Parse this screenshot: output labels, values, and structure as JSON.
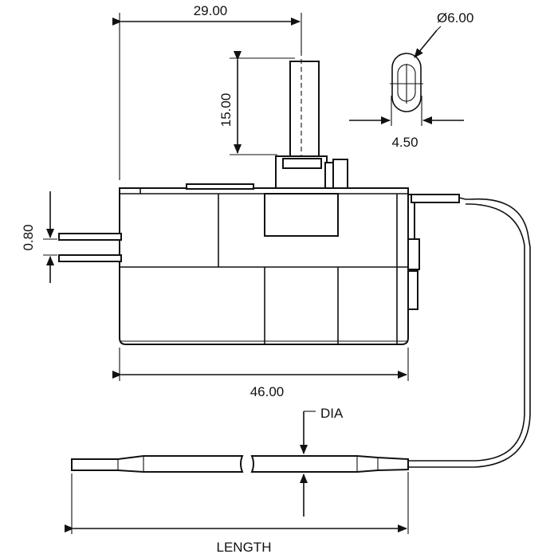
{
  "dimensions": {
    "width_top": "29.00",
    "shaft_height": "15.00",
    "shaft_diameter": "Ø6.00",
    "flat_width": "4.50",
    "terminal_gap": "0.80",
    "body_width": "46.00",
    "probe_dia": "DIA",
    "probe_length": "LENGTH"
  }
}
